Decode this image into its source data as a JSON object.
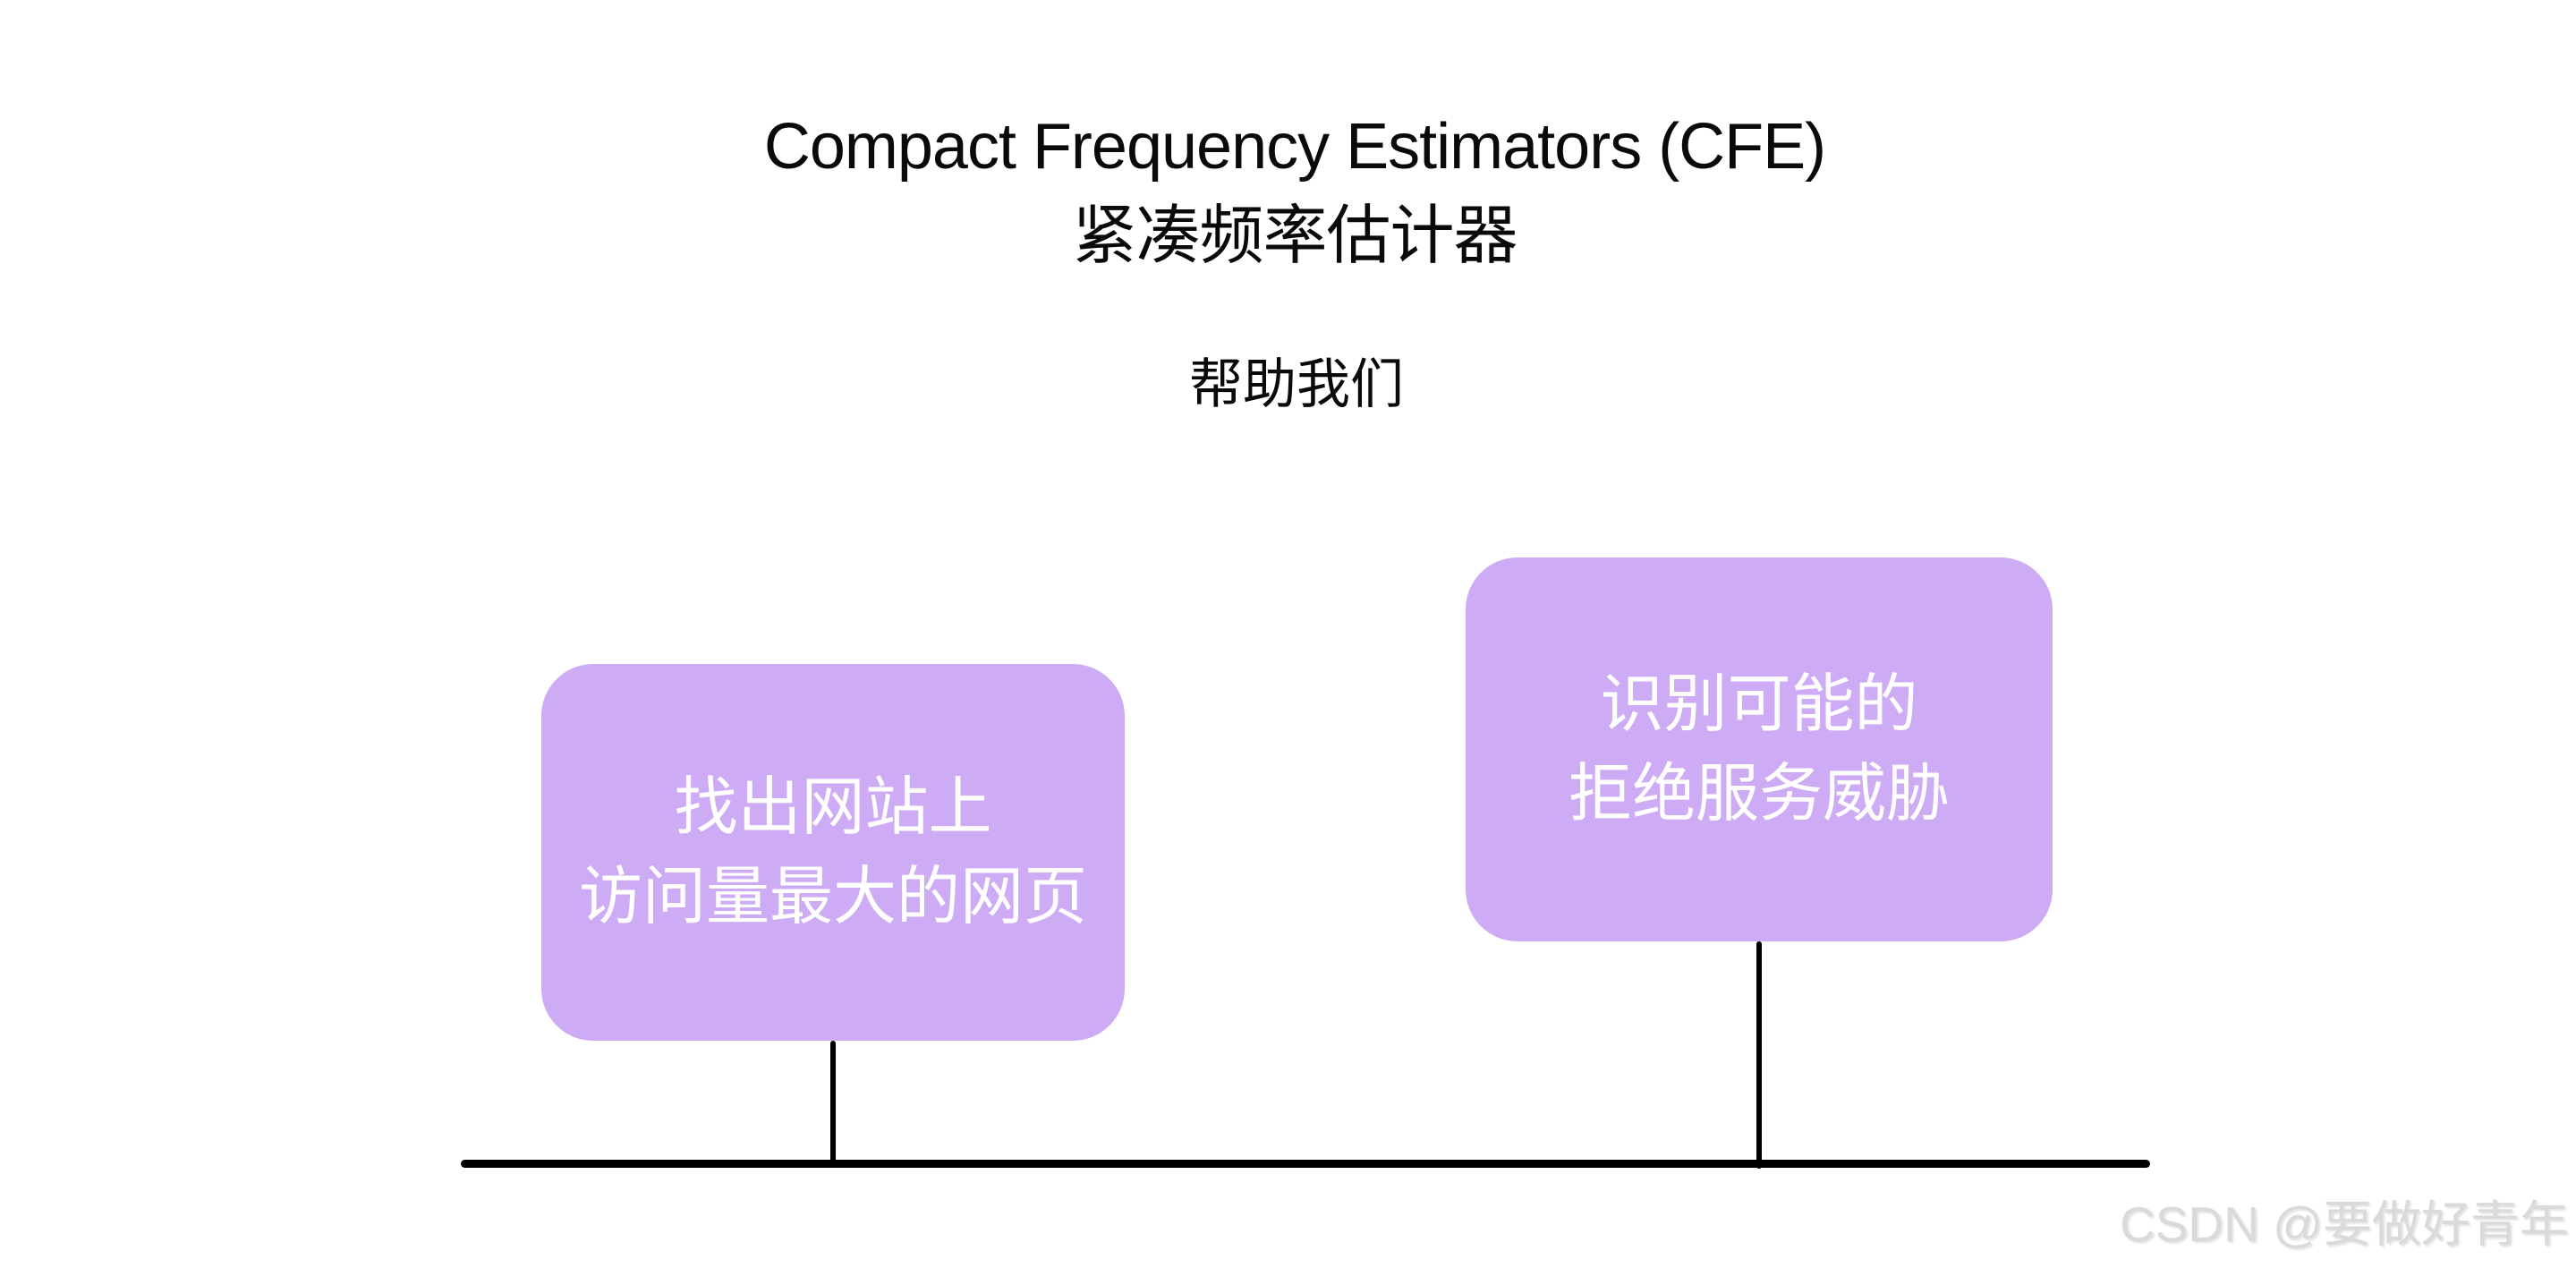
{
  "canvas": {
    "background": "#ffffff"
  },
  "title": {
    "line1": "Compact Frequency Estimators (CFE)",
    "line2": "紧凑频率估计器"
  },
  "helper": {
    "text": "帮助我们"
  },
  "nodes": [
    {
      "id": "find-top-pages",
      "lines": [
        "找出网站上",
        "访问量最大的网页"
      ]
    },
    {
      "id": "identify-dos-threats",
      "lines": [
        "识别可能的",
        "拒绝服务威胁"
      ]
    }
  ],
  "colors": {
    "node_fill": "#CEACF5",
    "node_text": "#ffffff",
    "heading_text": "#0a0a0a",
    "line": "#000000",
    "watermark_text": "#DADADA"
  },
  "watermark": {
    "text": "CSDN @要做好青年"
  }
}
